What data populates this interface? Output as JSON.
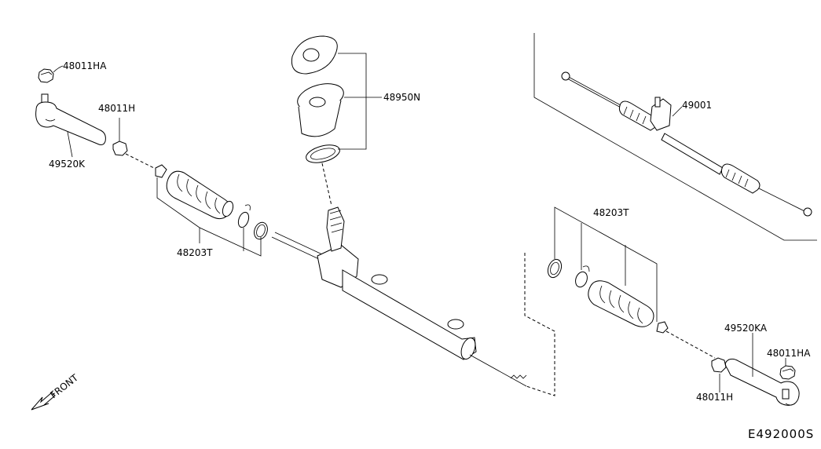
{
  "labels": {
    "nut_left": "48011HA",
    "boot_clip_left": "48011H",
    "tie_rod_end_left": "49520K",
    "dust_cover": "48950N",
    "boot_kit_left": "48203T",
    "gear_assy": "49001",
    "boot_kit_right": "48203T",
    "tie_rod_end_right": "49520KA",
    "nut_right": "48011HA",
    "boot_clip_right": "48011H"
  },
  "direction": "FRONT",
  "diagram_code": "E492000S"
}
